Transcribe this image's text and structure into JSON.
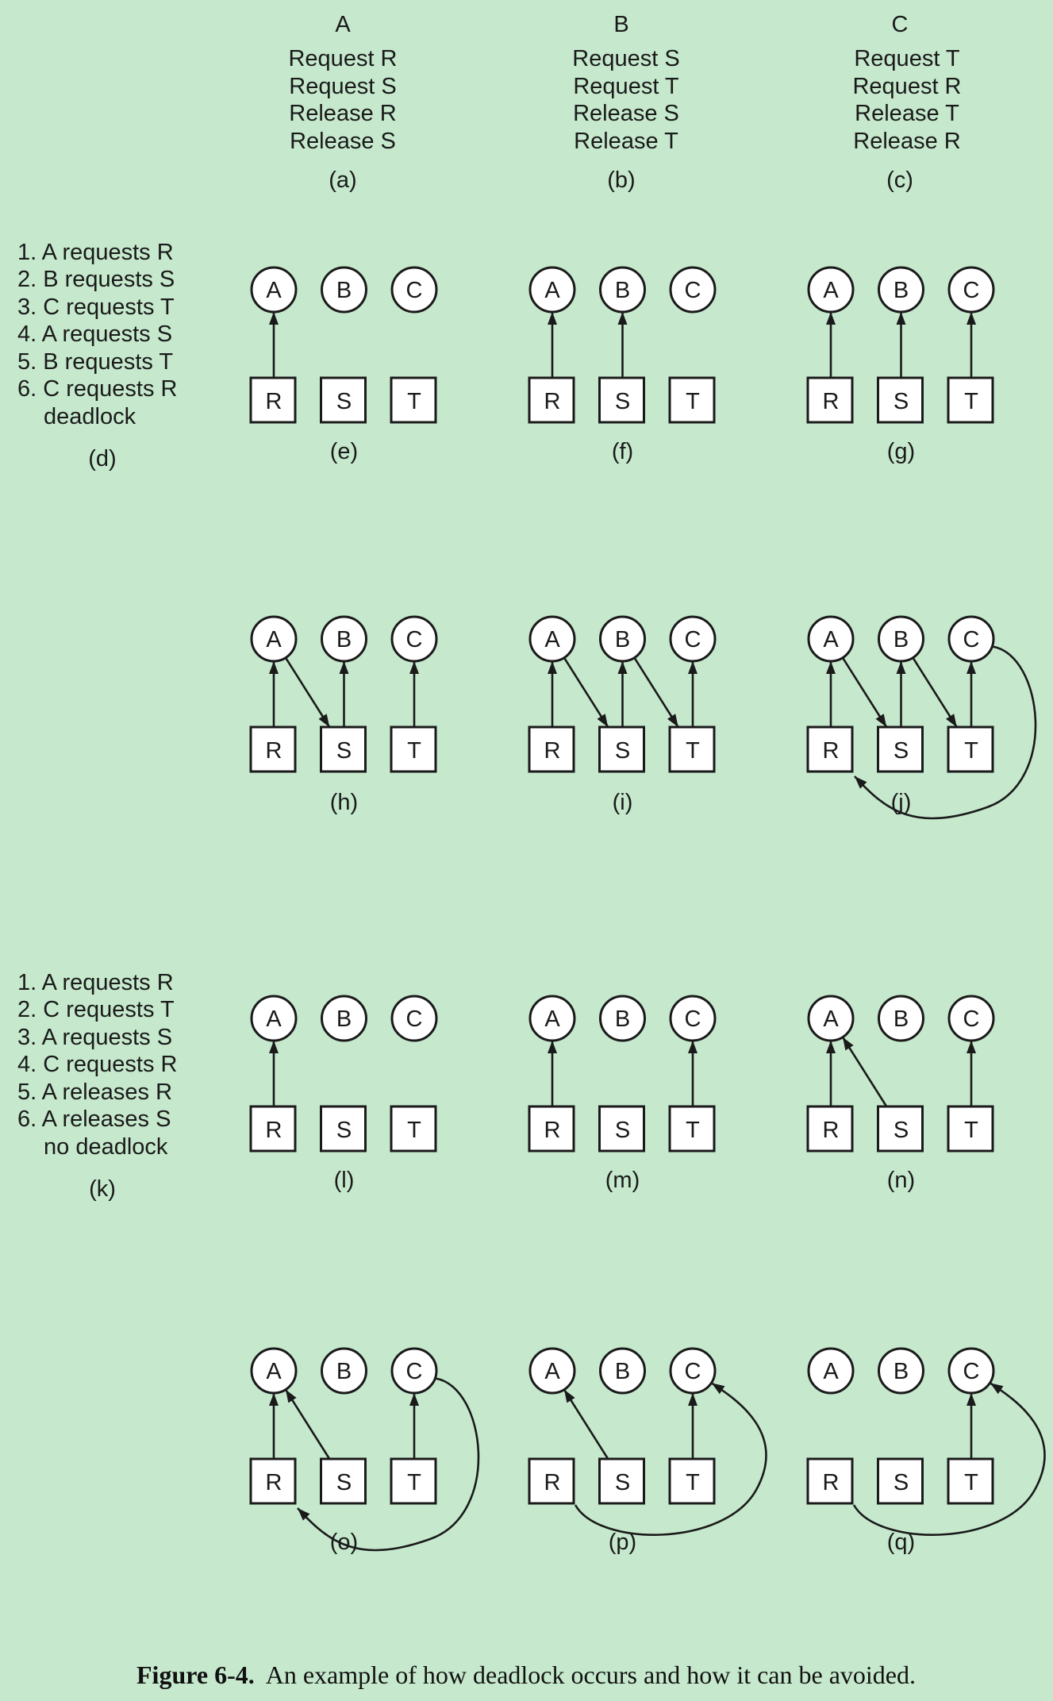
{
  "processes": [
    {
      "name": "A",
      "lines": [
        "Request R",
        "Request S",
        "Release R",
        "Release S"
      ],
      "tag": "(a)"
    },
    {
      "name": "B",
      "lines": [
        "Request S",
        "Request T",
        "Release S",
        "Release T"
      ],
      "tag": "(b)"
    },
    {
      "name": "C",
      "lines": [
        "Request T",
        "Request R",
        "Release T",
        "Release R"
      ],
      "tag": "(c)"
    }
  ],
  "sequences": [
    {
      "id": "deadlock-sequence",
      "lines": [
        "1. A requests R",
        "2. B requests S",
        "3. C requests T",
        "4. A requests S",
        "5. B requests T",
        "6. C requests R",
        "deadlock"
      ],
      "tag": "(d)"
    },
    {
      "id": "no-deadlock-sequence",
      "lines": [
        "1. A requests R",
        "2. C requests T",
        "3. A requests S",
        "4. C requests R",
        "5. A releases R",
        "6. A releases S",
        "no deadlock"
      ],
      "tag": "(k)"
    }
  ],
  "graphs": [
    {
      "tag": "(e)",
      "edges": [
        [
          "R",
          "A"
        ]
      ]
    },
    {
      "tag": "(f)",
      "edges": [
        [
          "R",
          "A"
        ],
        [
          "S",
          "B"
        ]
      ]
    },
    {
      "tag": "(g)",
      "edges": [
        [
          "R",
          "A"
        ],
        [
          "S",
          "B"
        ],
        [
          "T",
          "C"
        ]
      ]
    },
    {
      "tag": "(h)",
      "edges": [
        [
          "R",
          "A"
        ],
        [
          "S",
          "B"
        ],
        [
          "T",
          "C"
        ],
        [
          "A",
          "S"
        ]
      ]
    },
    {
      "tag": "(i)",
      "edges": [
        [
          "R",
          "A"
        ],
        [
          "S",
          "B"
        ],
        [
          "T",
          "C"
        ],
        [
          "A",
          "S"
        ],
        [
          "B",
          "T"
        ]
      ]
    },
    {
      "tag": "(j)",
      "edges": [
        [
          "R",
          "A"
        ],
        [
          "S",
          "B"
        ],
        [
          "T",
          "C"
        ],
        [
          "A",
          "S"
        ],
        [
          "B",
          "T"
        ],
        [
          "C",
          "R"
        ]
      ]
    },
    {
      "tag": "(l)",
      "edges": [
        [
          "R",
          "A"
        ]
      ]
    },
    {
      "tag": "(m)",
      "edges": [
        [
          "R",
          "A"
        ],
        [
          "T",
          "C"
        ]
      ]
    },
    {
      "tag": "(n)",
      "edges": [
        [
          "R",
          "A"
        ],
        [
          "T",
          "C"
        ],
        [
          "S",
          "A"
        ]
      ]
    },
    {
      "tag": "(o)",
      "edges": [
        [
          "R",
          "A"
        ],
        [
          "T",
          "C"
        ],
        [
          "S",
          "A"
        ],
        [
          "C",
          "R"
        ]
      ]
    },
    {
      "tag": "(p)",
      "edges": [
        [
          "S",
          "A"
        ],
        [
          "T",
          "C"
        ],
        [
          "R",
          "C"
        ]
      ]
    },
    {
      "tag": "(q)",
      "edges": [
        [
          "T",
          "C"
        ],
        [
          "R",
          "C"
        ]
      ]
    }
  ],
  "caption": {
    "label": "Figure 6-4.",
    "text": "An example of how deadlock occurs and how it can be avoided."
  },
  "colors": {
    "background": "#c6e9cd",
    "node_fill": "#ffffff",
    "stroke": "#1a1a1a"
  }
}
